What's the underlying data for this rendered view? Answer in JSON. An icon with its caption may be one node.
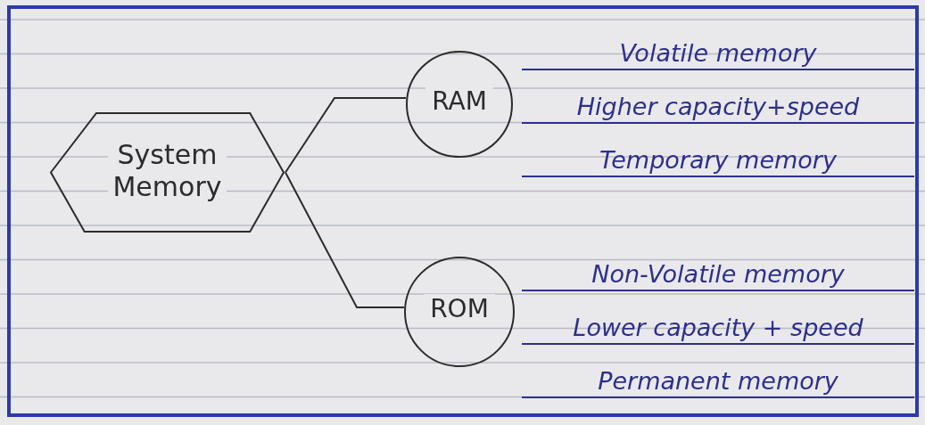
{
  "diagram": {
    "nodes": [
      {
        "text": [
          "System Memory"
        ]
      },
      {
        "text": [
          "RAM"
        ],
        "beside": [
          "Volatile memory",
          "Higher capacity+speed",
          "Temporary memory"
        ]
      },
      {
        "text": [
          "ROM"
        ],
        "beside": [
          "Non-Volatile memory",
          "Lower capacity + speed",
          "Permanent memory"
        ]
      }
    ],
    "edges": [
      {
        "from": 0,
        "to": 1,
        "arrow": "none"
      },
      {
        "from": 0,
        "to": 2,
        "arrow": "none"
      }
    ]
  }
}
